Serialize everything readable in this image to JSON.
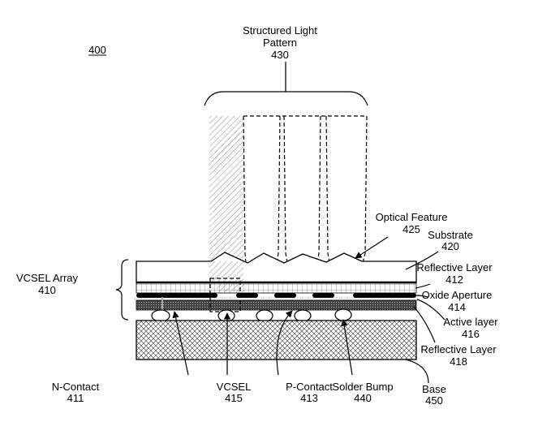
{
  "figure_number": "400",
  "labels": {
    "structured_light": {
      "line1": "Structured Light",
      "line2": "Pattern",
      "ref": "430"
    },
    "optical_feature": {
      "name": "Optical Feature",
      "ref": "425"
    },
    "substrate": {
      "name": "Substrate",
      "ref": "420"
    },
    "reflective_layer_top": {
      "name": "Reflective Layer",
      "ref": "412"
    },
    "oxide_aperture": {
      "name": "Oxide Aperture",
      "ref": "414"
    },
    "active_layer": {
      "name": "Active layer",
      "ref": "416"
    },
    "reflective_layer_bottom": {
      "name": "Reflective Layer",
      "ref": "418"
    },
    "base": {
      "name": "Base",
      "ref": "450"
    },
    "vcsel_array": {
      "name": "VCSEL Array",
      "ref": "410"
    },
    "n_contact": {
      "name": "N-Contact",
      "ref": "411"
    },
    "vcsel": {
      "name": "VCSEL",
      "ref": "415"
    },
    "p_contact": {
      "name": "P-Contact",
      "ref": "413"
    },
    "solder_bump": {
      "name": "Solder Bump",
      "ref": "440"
    }
  }
}
